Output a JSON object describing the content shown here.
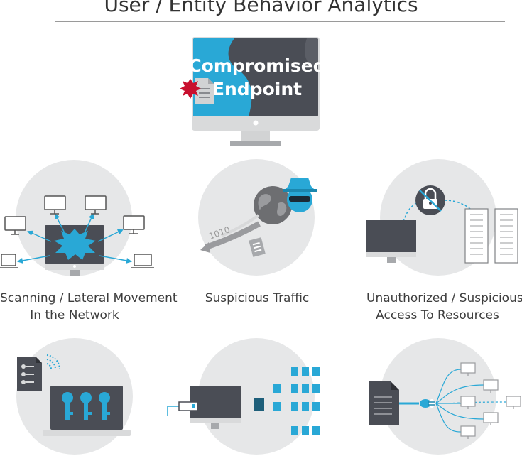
{
  "title": "User / Entity Behavior Analytics",
  "central": {
    "line1": "Compromised",
    "line2": "Endpoint"
  },
  "panels": [
    {
      "line1": "Scanning / Lateral Movement",
      "line2": "In the Network"
    },
    {
      "line1": "Suspicious Traffic",
      "line2": ""
    },
    {
      "line1": "Unauthorized / Suspicious",
      "line2": "Access To Resources"
    }
  ],
  "binary_text": "1010",
  "colors": {
    "accent": "#29a8d6",
    "dark": "#4a4d55",
    "circle": "#e6e7e8",
    "alert": "#c8102e"
  },
  "icons": [
    "monitor-icon",
    "starburst-icon",
    "document-icon",
    "spy-icon",
    "globe-icon",
    "padlock-icon",
    "server-icon",
    "keys-icon",
    "laptop-icon",
    "usb-icon",
    "plug-icon"
  ]
}
